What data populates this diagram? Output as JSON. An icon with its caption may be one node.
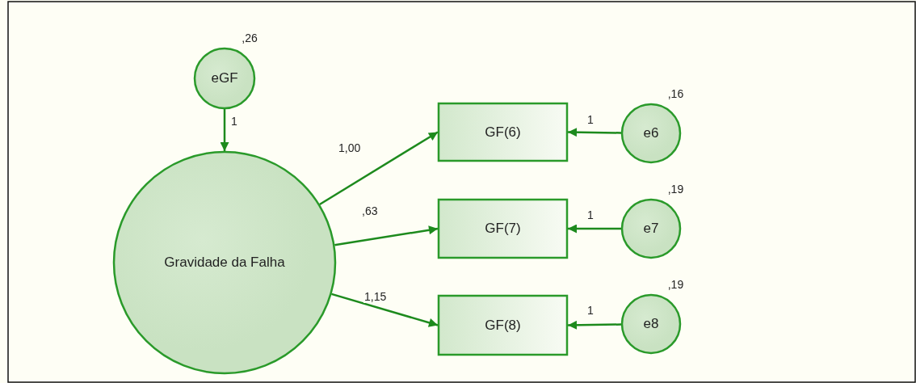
{
  "diagram": {
    "nodes": [
      {
        "text": [
          "eGF"
        ],
        "beside": [
          ",26"
        ]
      },
      {
        "text": [
          "Gravidade da Falha"
        ]
      },
      {
        "text": [
          "GF(6)"
        ]
      },
      {
        "text": [
          "e6"
        ],
        "beside": [
          ",16"
        ]
      },
      {
        "text": [
          "GF(7)"
        ]
      },
      {
        "text": [
          "e7"
        ],
        "beside": [
          ",19"
        ]
      },
      {
        "text": [
          "GF(8)"
        ]
      },
      {
        "text": [
          "e8"
        ],
        "beside": [
          ",19"
        ]
      }
    ],
    "edges": [
      {
        "from": 0,
        "to": 1,
        "arrow": "to",
        "label": "1"
      },
      {
        "from": 1,
        "to": 2,
        "arrow": "to",
        "label": "1,00"
      },
      {
        "from": 1,
        "to": 4,
        "arrow": "to",
        "label": ",63"
      },
      {
        "from": 1,
        "to": 6,
        "arrow": "to",
        "label": "1,15"
      },
      {
        "from": 3,
        "to": 2,
        "arrow": "to",
        "label": "1"
      },
      {
        "from": 5,
        "to": 4,
        "arrow": "to",
        "label": "1"
      },
      {
        "from": 7,
        "to": 6,
        "arrow": "to",
        "label": "1"
      }
    ]
  }
}
